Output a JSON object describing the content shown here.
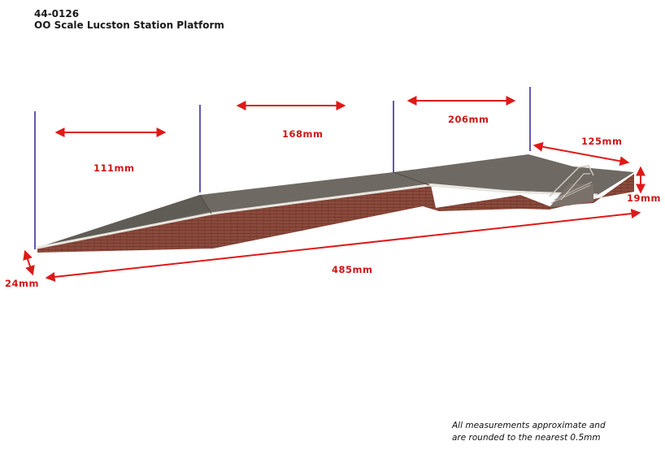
{
  "header": {
    "code": "44-0126",
    "title": "OO Scale Lucston Station Platform"
  },
  "dimensions": {
    "d111": "111mm",
    "d168": "168mm",
    "d206": "206mm",
    "d125": "125mm",
    "d19": "19mm",
    "d24": "24mm",
    "d485": "485mm"
  },
  "note": {
    "line1": "All measurements approximate and",
    "line2": "are rounded to the nearest 0.5mm"
  },
  "colors": {
    "dimension_text": "#d01414",
    "arrow": "#e01818",
    "divider": "#3a2f9e",
    "platform_top": "#6e6a63",
    "brick": "#8a4a3c",
    "coping": "#e8e6e0"
  }
}
